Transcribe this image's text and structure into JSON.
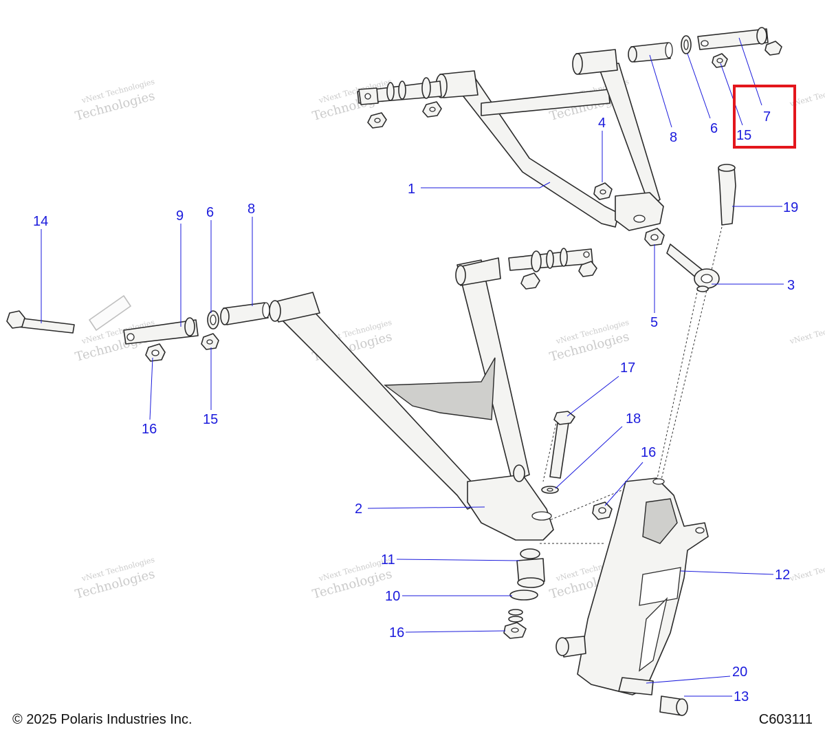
{
  "callouts": {
    "c1": "1",
    "c2": "2",
    "c3": "3",
    "c4": "4",
    "c5": "5",
    "c6a": "6",
    "c6b": "6",
    "c7": "7",
    "c8a": "8",
    "c8b": "8",
    "c9": "9",
    "c10": "10",
    "c11": "11",
    "c12": "12",
    "c13": "13",
    "c14": "14",
    "c15a": "15",
    "c15b": "15",
    "c16a": "16",
    "c16b": "16",
    "c16c": "16",
    "c17": "17",
    "c18": "18",
    "c19": "19",
    "c20": "20"
  },
  "watermark": {
    "line1": "vNext Technologies",
    "line2": "vNext",
    "line3": "Technologies"
  },
  "highlight": {
    "callouts": [
      "7",
      "15"
    ],
    "color": "#e3161c"
  },
  "footer": {
    "copyright": "© 2025 Polaris Industries Inc.",
    "code": "C603111"
  },
  "colors": {
    "callout": "#1a1adc",
    "highlight": "#e3161c"
  }
}
